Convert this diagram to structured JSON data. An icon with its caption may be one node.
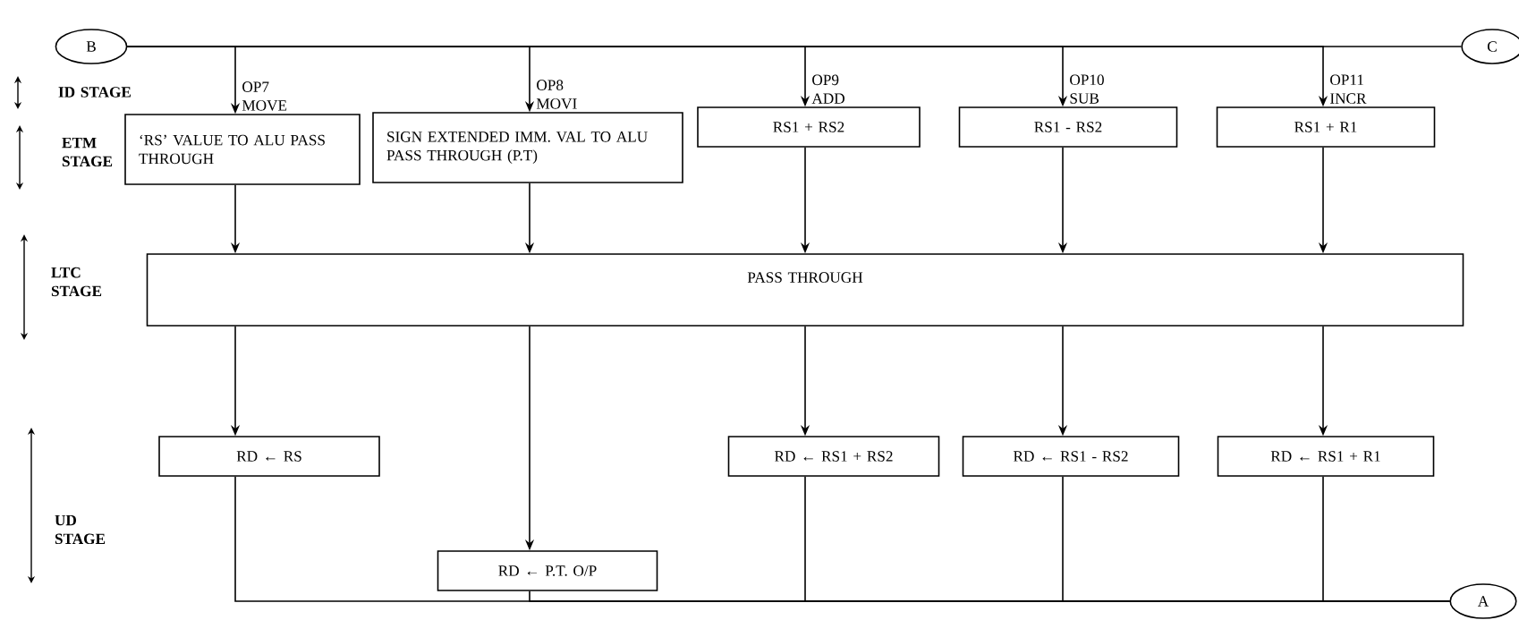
{
  "diagram": {
    "nodes": [
      {
        "text": [
          "B"
        ]
      },
      {
        "text": [
          "C"
        ]
      },
      {
        "text": [
          "‘RS’ VALUE TO ALU PASS THROUGH"
        ]
      },
      {
        "text": [
          "SIGN EXTENDED IMM. VAL TO ALU PASS THROUGH (P.T)"
        ]
      },
      {
        "text": [
          "RS1 + RS2"
        ]
      },
      {
        "text": [
          "RS1 - RS2"
        ]
      },
      {
        "text": [
          "RS1 + R1"
        ]
      },
      {
        "text": [
          "PASS THROUGH"
        ]
      },
      {
        "text": [
          "RD ← RS"
        ]
      },
      {
        "text": [
          "RD ← P.T. O/P"
        ]
      },
      {
        "text": [
          "RD ← RS1 + RS2"
        ]
      },
      {
        "text": [
          "RD ← RS1 - RS2"
        ]
      },
      {
        "text": [
          "RD ← RS1 + R1"
        ]
      },
      {
        "text": [
          "A"
        ]
      }
    ],
    "edges": [
      {
        "from": 0,
        "to": 1,
        "arrow": "none"
      },
      {
        "from": 0,
        "to": 2,
        "arrow": "to",
        "label": "OP7 MOVE"
      },
      {
        "from": 0,
        "to": 3,
        "arrow": "to",
        "label": "OP8 MOVI"
      },
      {
        "from": 0,
        "to": 4,
        "arrow": "to",
        "label": "OP9 ADD"
      },
      {
        "from": 0,
        "to": 5,
        "arrow": "to",
        "label": "OP10 SUB"
      },
      {
        "from": 0,
        "to": 6,
        "arrow": "to",
        "label": "OP11 INCR"
      },
      {
        "from": 2,
        "to": 7,
        "arrow": "to"
      },
      {
        "from": 3,
        "to": 7,
        "arrow": "to"
      },
      {
        "from": 4,
        "to": 7,
        "arrow": "to"
      },
      {
        "from": 5,
        "to": 7,
        "arrow": "to"
      },
      {
        "from": 6,
        "to": 7,
        "arrow": "to"
      },
      {
        "from": 7,
        "to": 8,
        "arrow": "to"
      },
      {
        "from": 7,
        "to": 9,
        "arrow": "to"
      },
      {
        "from": 7,
        "to": 10,
        "arrow": "to"
      },
      {
        "from": 7,
        "to": 11,
        "arrow": "to"
      },
      {
        "from": 7,
        "to": 12,
        "arrow": "to"
      },
      {
        "from": 8,
        "to": 13,
        "arrow": "none"
      },
      {
        "from": 9,
        "to": 13,
        "arrow": "none"
      },
      {
        "from": 10,
        "to": 13,
        "arrow": "none"
      },
      {
        "from": 11,
        "to": 13,
        "arrow": "none"
      },
      {
        "from": 12,
        "to": 13,
        "arrow": "none"
      }
    ],
    "labels": [
      "ID STAGE",
      "ETM STAGE",
      "LTC STAGE",
      "UD STAGE"
    ]
  }
}
